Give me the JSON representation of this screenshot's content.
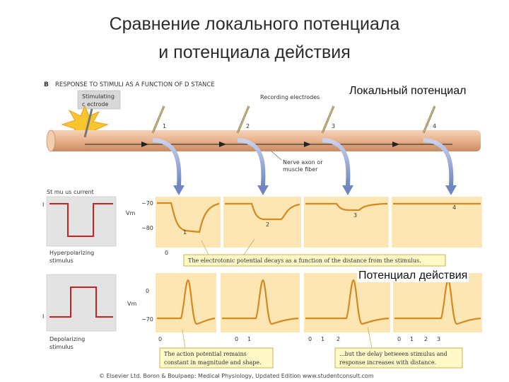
{
  "slide": {
    "title_line1": "Сравнение локального потенциала",
    "title_line2": "и потенциала действия",
    "label_local": "Локальный потенциал",
    "label_action": "Потенциал действия"
  },
  "figure": {
    "panel_letter": "B",
    "heading": "RESPONSE TO STIMULI AS A FUNCTION OF D STANCE",
    "stim_electrode_line1": "Stimulating",
    "stim_electrode_line2": "c ectrode",
    "recording_electrodes": "Recording electrodes",
    "electrode_numbers": [
      "1",
      "2",
      "3",
      "4"
    ],
    "axon_label_line1": "Nerve axon or",
    "axon_label_line2": "muscle fiber",
    "stimulus_current": "St mu us current",
    "hyper_line1": "Hyperpolarizing",
    "hyper_line2": "stimulus",
    "depol_line1": "Depolarizing",
    "depol_line2": "stimulus",
    "axis_I": "I",
    "axis_vm": "Vm",
    "tick_minus70": "−70",
    "tick_minus80": "−80",
    "tick_0": "0",
    "tick_1": "1",
    "tick_2": "2",
    "tick_3": "3",
    "trace_numbers": [
      "1",
      "2",
      "3",
      "4"
    ],
    "callout_top": "The electrotonic potential decays as a function of the distance from the stimulus.",
    "callout_bl_line1": "The action potential remains",
    "callout_bl_line2": "constant in magnitude and shape.",
    "callout_br_line1": "...but the delay between stimulus and",
    "callout_br_line2": "response increases with distance.",
    "copyright": "© Elsevier Ltd. Boron & Boulpaep: Medical Physiology, Updated Edition   www.studentconsult.com"
  },
  "colors": {
    "stimulus": "#cc1f1f",
    "trace": "#d48a1f",
    "panel": "#fbe6b4",
    "axon": "#e9b48e",
    "arrow": "#7f95c9"
  }
}
